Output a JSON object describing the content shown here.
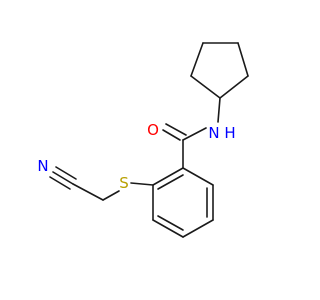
{
  "molecule": {
    "atoms": {
      "oxygen": {
        "symbol": "O",
        "color": "#ff0000"
      },
      "amide_nitrogen": {
        "symbol": "N",
        "color": "#0000ff"
      },
      "amide_hydrogen": {
        "symbol": "H",
        "color": "#0000ff"
      },
      "sulfur": {
        "symbol": "S",
        "color": "#b8a000"
      },
      "nitrile_nitrogen": {
        "symbol": "N",
        "color": "#0000ff"
      }
    },
    "bond_color": "#1a1a1a"
  }
}
